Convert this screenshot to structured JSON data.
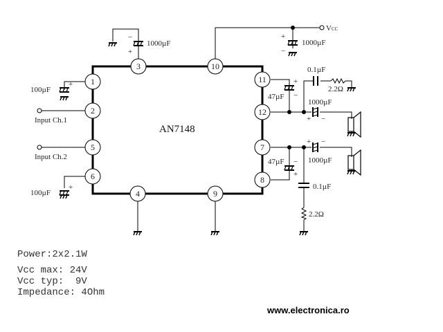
{
  "ic": {
    "name": "AN7148"
  },
  "pins": [
    {
      "n": "1",
      "label": "1"
    },
    {
      "n": "2",
      "label": "2"
    },
    {
      "n": "3",
      "label": "3"
    },
    {
      "n": "4",
      "label": "4"
    },
    {
      "n": "5",
      "label": "5"
    },
    {
      "n": "6",
      "label": "6"
    },
    {
      "n": "7",
      "label": "7"
    },
    {
      "n": "8",
      "label": "8"
    },
    {
      "n": "9",
      "label": "9"
    },
    {
      "n": "10",
      "label": "10"
    },
    {
      "n": "11",
      "label": "11"
    },
    {
      "n": "12",
      "label": "12"
    }
  ],
  "components": {
    "c_pin3": "1000µF",
    "c_vcc": "1000µF",
    "vcc_label": "V",
    "vcc_sub": "CC",
    "c_pin1": "100µF",
    "c_pin6": "100µF",
    "c_boot1": "47µF",
    "c_boot2": "47µF",
    "c_zobel1": "0.1µF",
    "r_zobel1": "2.2Ω",
    "c_out1": "1000µF",
    "c_out2": "1000µF",
    "c_zobel2": "0.1µF",
    "r_zobel2": "2.2Ω",
    "input1": "Input Ch.1",
    "input2": "Input Ch.2",
    "plus": "+",
    "minus": "−"
  },
  "specs": {
    "power": "Power:2x2.1W",
    "vcc_max": "Vcc max: 24V",
    "vcc_typ": "Vcc typ:  9V",
    "impedance": "Impedance: 4Ohm"
  },
  "footer": {
    "website": "www.electronica.ro"
  }
}
